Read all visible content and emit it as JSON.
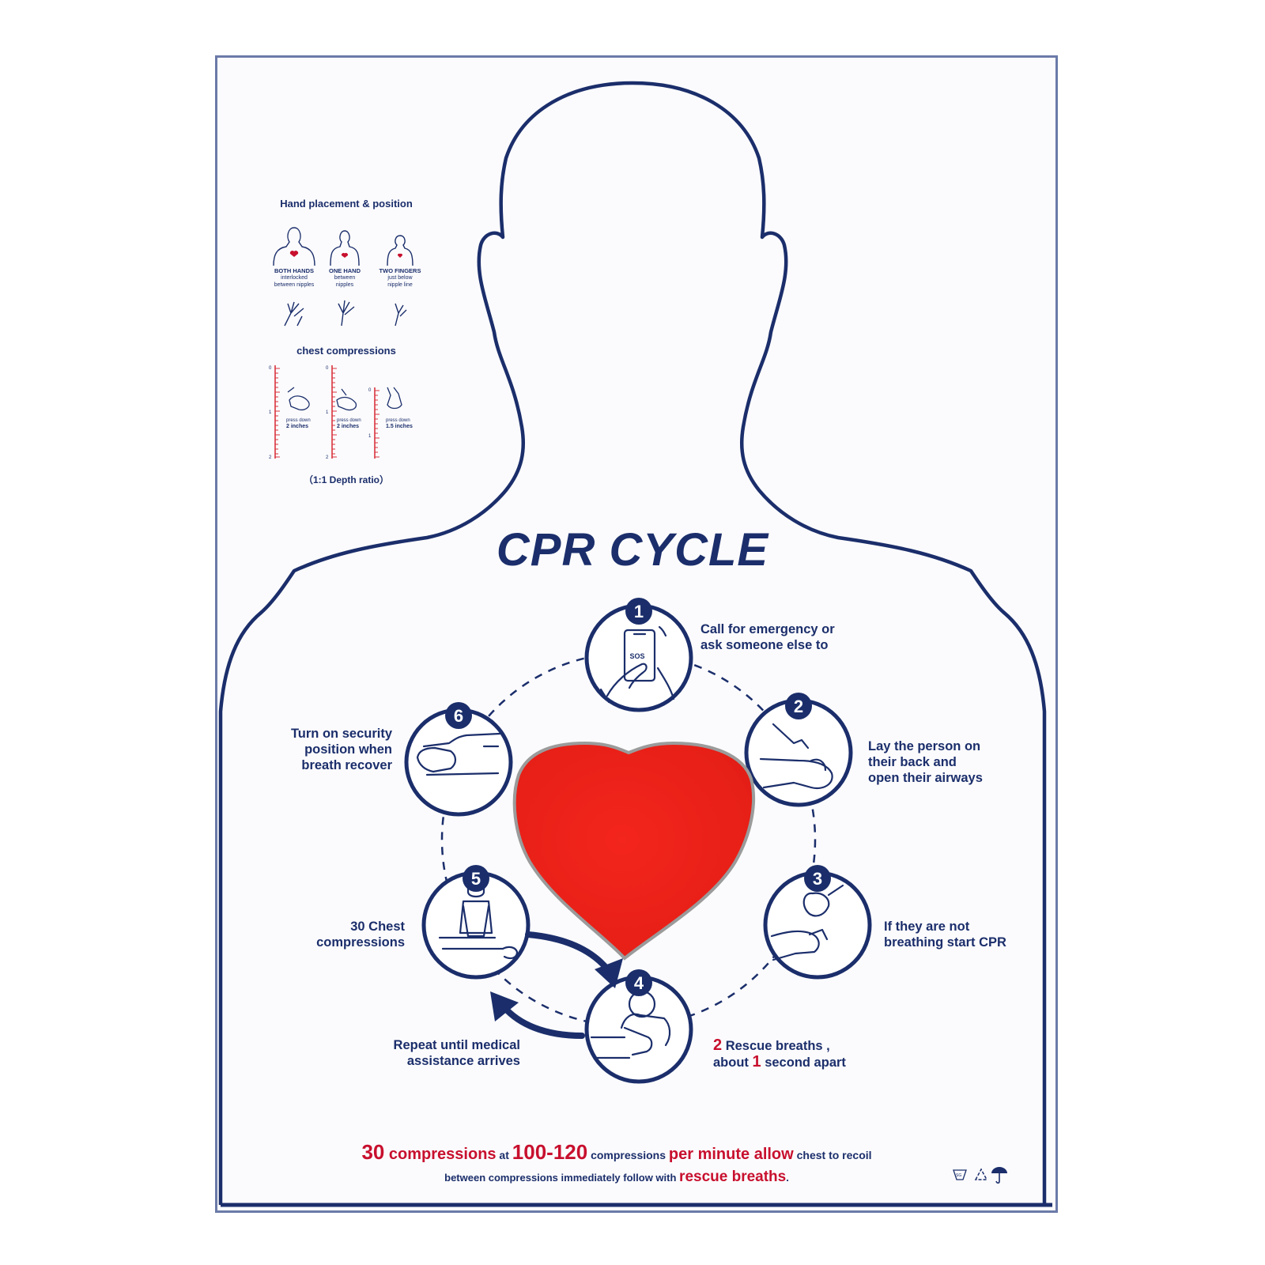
{
  "colors": {
    "navy": "#1b2e6b",
    "red": "#c8102e",
    "heart": "#ee2018",
    "frame": "#6b7aa8"
  },
  "hand_placement": {
    "title": "Hand placement & position",
    "columns": [
      {
        "label": "BOTH HANDS",
        "line1": "interlocked",
        "line2": "between nipples"
      },
      {
        "label": "ONE HAND",
        "line1": "between",
        "line2": "nipples"
      },
      {
        "label": "TWO FINGERS",
        "line1": "just below",
        "line2": "nipple line"
      }
    ]
  },
  "chest_compressions": {
    "title": "chest compressions",
    "rulers": [
      {
        "scale": [
          "0",
          "1",
          "2"
        ],
        "press_label": "press down",
        "depth": "2 inches"
      },
      {
        "scale": [
          "0",
          "1",
          "2"
        ],
        "press_label": "press down",
        "depth": "2 inches"
      },
      {
        "scale": [
          "0",
          "1"
        ],
        "press_label": "press down",
        "depth": "1.5 inches"
      }
    ],
    "ratio": "（1:1 Depth ratio）"
  },
  "title": "CPR CYCLE",
  "steps": [
    {
      "number": "1",
      "icon": "phone-sos-icon",
      "screen_text": "SOS",
      "lines": [
        "Call for emergency or",
        "ask someone else to"
      ]
    },
    {
      "number": "2",
      "icon": "open-airway-icon",
      "lines": [
        "Lay the person on",
        "their back and",
        "open their airways"
      ]
    },
    {
      "number": "3",
      "icon": "check-breathing-icon",
      "lines": [
        "If they are not",
        "breathing start CPR"
      ]
    },
    {
      "number": "4",
      "icon": "rescue-breath-icon",
      "lines_rich": [
        {
          "accent": "2",
          "text": " Rescue breaths ,"
        },
        {
          "pre": "about ",
          "accent": "1",
          "text": " second apart"
        }
      ]
    },
    {
      "number": "5",
      "icon": "chest-compression-icon",
      "lines": [
        "30 Chest",
        "compressions"
      ]
    },
    {
      "number": "6",
      "icon": "recovery-position-icon",
      "lines": [
        "Turn on security",
        "position when",
        "breath recover"
      ]
    }
  ],
  "repeat_note": [
    "Repeat until medical",
    "assistance arrives"
  ],
  "footer": {
    "line1": [
      {
        "text": "30",
        "style": "red big"
      },
      {
        "text": " compressions",
        "style": "red mid"
      },
      {
        "text": " at ",
        "style": "navy sm"
      },
      {
        "text": "100-120",
        "style": "red big"
      },
      {
        "text": " compressions ",
        "style": "navy sm"
      },
      {
        "text": "per minute allow",
        "style": "red mid"
      },
      {
        "text": " chest to recoil",
        "style": "navy sm"
      }
    ],
    "line2": [
      {
        "text": "between compressions immediately follow with ",
        "style": "navy sm"
      },
      {
        "text": "rescue breaths",
        "style": "red mid"
      },
      {
        "text": ".",
        "style": "navy sm"
      }
    ]
  },
  "symbols": [
    "bowl-icon",
    "recycle-icon",
    "umbrella-icon"
  ]
}
